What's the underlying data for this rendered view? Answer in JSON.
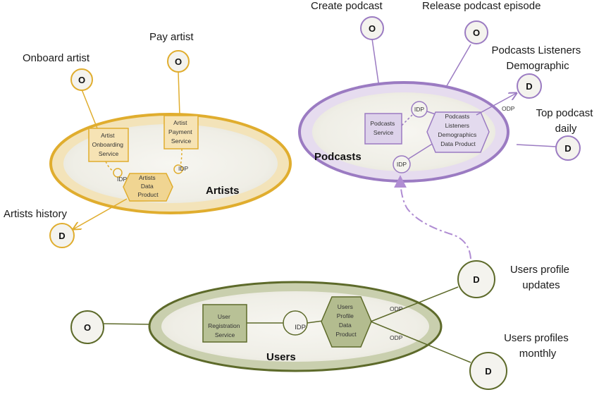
{
  "colors": {
    "artists": "#e0ad2e",
    "artists_fill": "#f6e3b4",
    "podcasts": "#9b7bc2",
    "podcasts_fill": "#ddd2ea",
    "users": "#5d6a2a",
    "users_fill": "#c4cba8",
    "bubble_bg": "#f4f3ee",
    "dashed_link": "#b08dd3"
  },
  "artists": {
    "domain": "Artists",
    "operations": [
      {
        "label": "Onboard artist",
        "letter": "O"
      },
      {
        "label": "Pay artist",
        "letter": "O"
      }
    ],
    "services": [
      {
        "label": [
          "Artist",
          "Onboarding",
          "Service"
        ]
      },
      {
        "label": [
          "Artist",
          "Payment",
          "Service"
        ]
      }
    ],
    "idp": [
      "IDP",
      "IDP"
    ],
    "data_product": [
      "Artists",
      "Data",
      "Product"
    ],
    "outputs": [
      {
        "label": "Artists history",
        "letter": "D"
      }
    ]
  },
  "podcasts": {
    "domain": "Podcasts",
    "operations": [
      {
        "label": "Create podcast",
        "letter": "O"
      },
      {
        "label": "Release podcast episode",
        "letter": "O"
      }
    ],
    "service": [
      "Podcasts",
      "Service"
    ],
    "idp": [
      "IDP",
      "IDP"
    ],
    "data_product": [
      "Podcasts",
      "Listeners",
      "Demographics",
      "Data Product"
    ],
    "odp": "ODP",
    "outputs": [
      {
        "label": [
          "Podcasts Listeners",
          "Demographic"
        ],
        "letter": "D"
      },
      {
        "label": [
          "Top podcast",
          "daily"
        ],
        "letter": "D"
      }
    ]
  },
  "users": {
    "domain": "Users",
    "operation": {
      "letter": "O"
    },
    "service": [
      "User",
      "Registration",
      "Service"
    ],
    "idp": "IDP",
    "data_product": [
      "Users",
      "Profile",
      "Data",
      "Product"
    ],
    "odp": [
      "ODP",
      "ODP"
    ],
    "outputs": [
      {
        "label": [
          "Users profile",
          "updates"
        ],
        "letter": "D"
      },
      {
        "label": [
          "Users profiles",
          "monthly"
        ],
        "letter": "D"
      }
    ]
  }
}
